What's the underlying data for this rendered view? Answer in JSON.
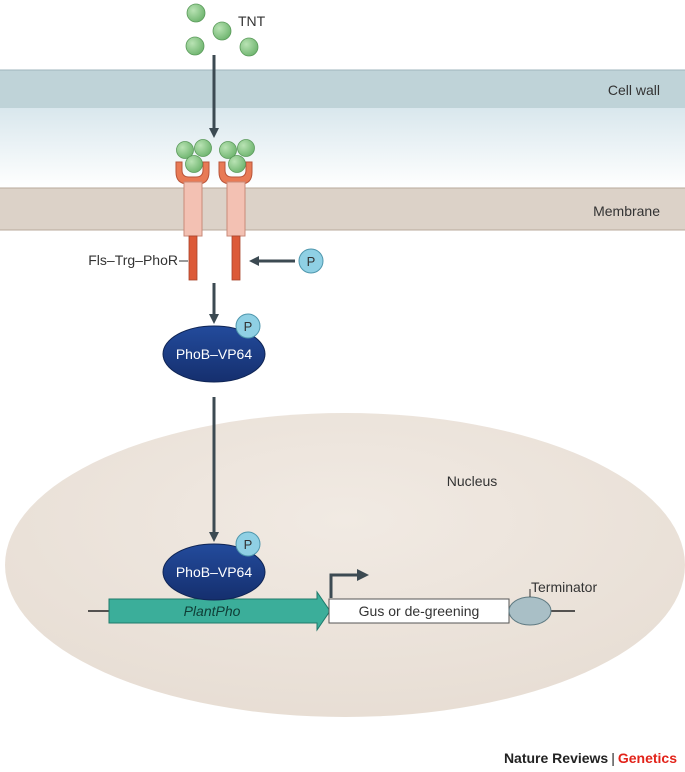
{
  "labels": {
    "tnt": "TNT",
    "cell_wall": "Cell wall",
    "membrane": "Membrane",
    "receptor": "Fls–Trg–PhoR",
    "phosphate": "P",
    "transcription_factor": "PhoB–VP64",
    "nucleus": "Nucleus",
    "promoter": "PlantPho",
    "reporter": "Gus or de-greening",
    "terminator": "Terminator"
  },
  "credit": {
    "journal": "Nature Reviews",
    "separator": "|",
    "section": "Genetics"
  },
  "colors": {
    "tnt_molecule": "#8cc98c",
    "cell_wall": "#bfd3d8",
    "membrane": "#dcd2c8",
    "nucleus": "#ece3da",
    "receptor_outer": "#e87a55",
    "receptor_body": "#f3c1b3",
    "receptor_tail": "#dc5a38",
    "transcription_factor": "#1b3b86",
    "phosphate": "#8fd0e4",
    "promoter_arrow": "#3bae9a",
    "terminator": "#a9bfc6",
    "arrow": "#3c4a52",
    "credit_accent": "#e2231a"
  }
}
